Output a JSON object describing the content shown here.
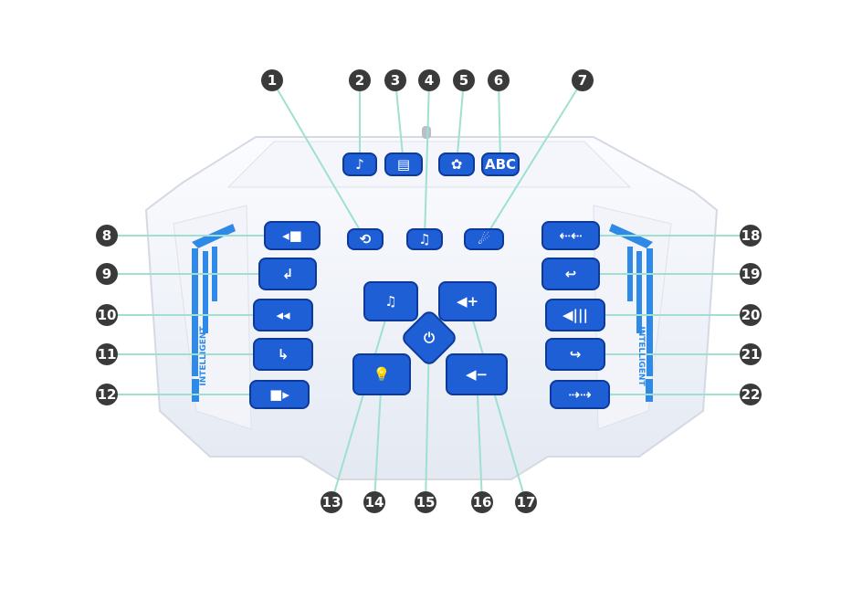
{
  "colors": {
    "button": "#1f5fd6",
    "callout": "#3a3a3a",
    "line": "#9fe0d0",
    "stripe": "#2e8ae6"
  },
  "callouts": [
    "1",
    "2",
    "3",
    "4",
    "5",
    "6",
    "7",
    "8",
    "9",
    "10",
    "11",
    "12",
    "13",
    "14",
    "15",
    "16",
    "17",
    "18",
    "19",
    "20",
    "21",
    "22"
  ],
  "buttons": [
    {
      "id": "1",
      "icon": "repeat-icon",
      "glyph": "⟲"
    },
    {
      "id": "2",
      "icon": "music-note-icon",
      "glyph": "♪"
    },
    {
      "id": "3",
      "icon": "book-icon",
      "glyph": "▤"
    },
    {
      "id": "4",
      "icon": "headphones-music-icon",
      "glyph": "♫"
    },
    {
      "id": "5",
      "icon": "flower-icon",
      "glyph": "✿"
    },
    {
      "id": "6",
      "icon": "abc-icon",
      "glyph": "ABC"
    },
    {
      "id": "7",
      "icon": "dance-icon",
      "glyph": "☄"
    },
    {
      "id": "8",
      "icon": "arrow-left-icon",
      "glyph": "◂■"
    },
    {
      "id": "9",
      "icon": "turn-left-icon",
      "glyph": "↲"
    },
    {
      "id": "10",
      "icon": "rewind-icon",
      "glyph": "◂◂"
    },
    {
      "id": "11",
      "icon": "turn-right-icon",
      "glyph": "↳"
    },
    {
      "id": "12",
      "icon": "arrow-right-icon",
      "glyph": "■▸"
    },
    {
      "id": "13",
      "icon": "music-sparkle-icon",
      "glyph": "♫"
    },
    {
      "id": "14",
      "icon": "light-bulb-icon",
      "glyph": "💡"
    },
    {
      "id": "15",
      "icon": "power-icon",
      "glyph": "⏻"
    },
    {
      "id": "16",
      "icon": "volume-down-icon",
      "glyph": "◀−"
    },
    {
      "id": "17",
      "icon": "volume-up-icon",
      "glyph": "◀+"
    },
    {
      "id": "18",
      "icon": "shift-left-icon",
      "glyph": "⇠⇠"
    },
    {
      "id": "19",
      "icon": "back-turn-icon",
      "glyph": "↩"
    },
    {
      "id": "20",
      "icon": "speed-icon",
      "glyph": "◀|||"
    },
    {
      "id": "21",
      "icon": "back-turn-right-icon",
      "glyph": "↪"
    },
    {
      "id": "22",
      "icon": "shift-right-icon",
      "glyph": "⇢⇢"
    }
  ],
  "side_logo": "INTELLIGENT"
}
